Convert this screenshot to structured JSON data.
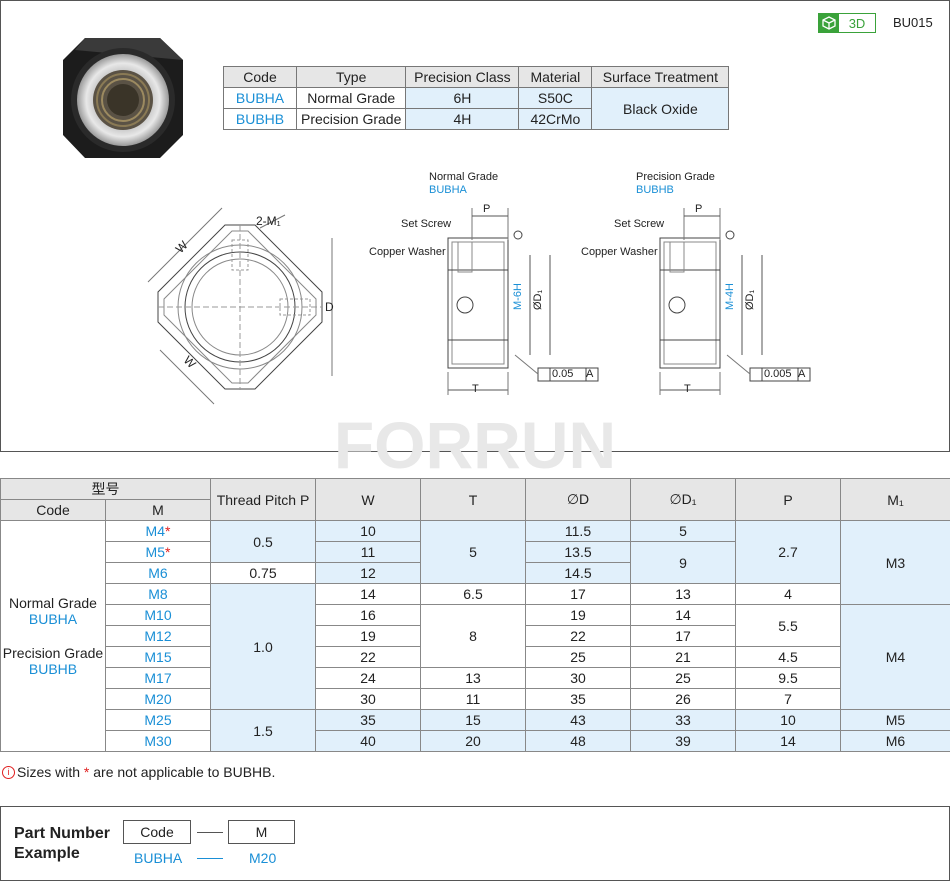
{
  "header": {
    "badge_3d": "3D",
    "series_code": "BU015"
  },
  "spec_table": {
    "headers": [
      "Code",
      "Type",
      "Precision Class",
      "Material",
      "Surface Treatment"
    ],
    "rows": [
      {
        "code": "BUBHA",
        "type": "Normal Grade",
        "precision": "6H",
        "material": "S50C"
      },
      {
        "code": "BUBHB",
        "type": "Precision Grade",
        "precision": "4H",
        "material": "42CrMo"
      }
    ],
    "surface": "Black Oxide"
  },
  "drawing": {
    "front": {
      "m1_label": "2-M₁",
      "w_top": "W",
      "w_bottom": "W",
      "d_label": "D"
    },
    "normal": {
      "title": "Normal Grade",
      "code": "BUBHA",
      "p": "P",
      "set_screw": "Set Screw",
      "copper_washer": "Copper Washer",
      "thread": "M-6H",
      "d1": "ØD₁",
      "t": "T",
      "tol": "0.05",
      "datum": "A"
    },
    "precision": {
      "title": "Precision Grade",
      "code": "BUBHB",
      "p": "P",
      "set_screw": "Set Screw",
      "copper_washer": "Copper Washer",
      "thread": "M-4H",
      "d1": "ØD₁",
      "t": "T",
      "tol": "0.005",
      "datum": "A"
    }
  },
  "watermark": "FORRUN",
  "main_table": {
    "group_header": "型号",
    "headers": {
      "code": "Code",
      "m": "M",
      "pitch": "Thread Pitch P",
      "w": "W",
      "t": "T",
      "d": "∅D",
      "d1": "∅D₁",
      "p": "P",
      "m1": "M₁"
    },
    "code_cell": {
      "normal": "Normal Grade",
      "normal_code": "BUBHA",
      "precision": "Precision Grade",
      "precision_code": "BUBHB"
    },
    "m": [
      "M4",
      "M5",
      "M6",
      "M8",
      "M10",
      "M12",
      "M15",
      "M17",
      "M20",
      "M25",
      "M30"
    ],
    "mark": "*",
    "pitch": [
      "0.5",
      "0.75",
      "1.0",
      "1.5"
    ],
    "w": [
      "10",
      "11",
      "12",
      "14",
      "16",
      "19",
      "22",
      "24",
      "30",
      "35",
      "40"
    ],
    "t": [
      "5",
      "6.5",
      "8",
      "13",
      "11",
      "15",
      "20"
    ],
    "d": [
      "11.5",
      "13.5",
      "14.5",
      "17",
      "19",
      "22",
      "25",
      "30",
      "35",
      "43",
      "48"
    ],
    "d1": [
      "5",
      "9",
      "13",
      "14",
      "17",
      "21",
      "25",
      "26",
      "33",
      "39"
    ],
    "p": [
      "2.7",
      "4",
      "5.5",
      "4.5",
      "9.5",
      "7",
      "10",
      "14"
    ],
    "m1": [
      "M3",
      "M4",
      "M5",
      "M6"
    ]
  },
  "note": {
    "prefix": "Sizes with ",
    "mark": "*",
    "suffix": " are not applicable to BUBHB."
  },
  "part_number": {
    "title_1": "Part Number",
    "title_2": "Example",
    "box_code": "Code",
    "box_m": "M",
    "example_code": "BUBHA",
    "example_m": "M20"
  },
  "colors": {
    "accent": "#1a8fd6",
    "light_blue": "#e1f0fb",
    "red": "#e02020",
    "green": "#3aa23a"
  }
}
